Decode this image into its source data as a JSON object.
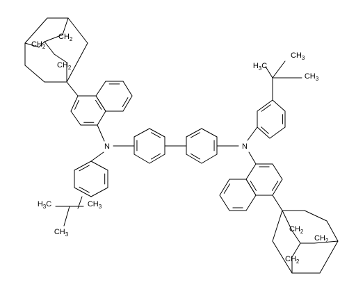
{
  "colors": {
    "background": "#ffffff",
    "ink": "#000000"
  },
  "labels": {
    "amine_left": "N",
    "amine_right": "N",
    "ch2_upper_right": "CH2",
    "ch2_upper_left": "CH2",
    "ch2_upper_lower": "CH2",
    "ch2_lower_top": "CH2",
    "ch2_lower_mid": "CH2",
    "ch2_lower_right": "CH2",
    "ch3_tr_left": "H3C",
    "ch3_tr_right": "CH3",
    "ch3_tr_top": "CH3",
    "ch3_bl_left": "H3C",
    "ch3_bl_right": "CH3",
    "ch3_bl_bottom": "CH3"
  }
}
